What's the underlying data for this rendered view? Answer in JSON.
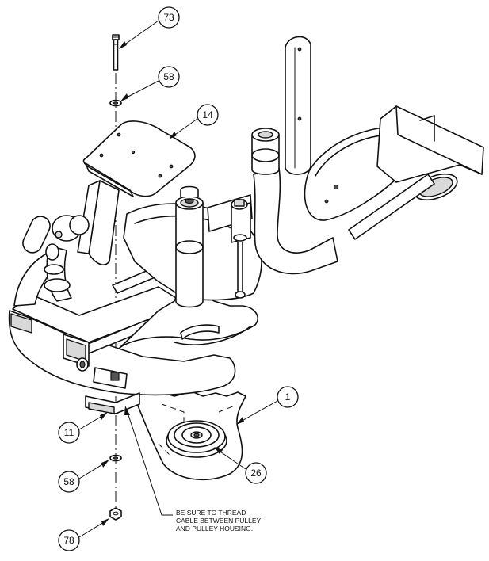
{
  "callouts": [
    {
      "id": "c73",
      "label": "73"
    },
    {
      "id": "c58a",
      "label": "58"
    },
    {
      "id": "c14",
      "label": "14"
    },
    {
      "id": "c1",
      "label": "1"
    },
    {
      "id": "c11",
      "label": "11"
    },
    {
      "id": "c26",
      "label": "26"
    },
    {
      "id": "c58b",
      "label": "58"
    },
    {
      "id": "c78",
      "label": "78"
    }
  ],
  "note": {
    "lines": [
      "BE SURE TO THREAD",
      "CABLE BETWEEN PULLEY",
      "AND PULLEY HOUSING."
    ]
  }
}
